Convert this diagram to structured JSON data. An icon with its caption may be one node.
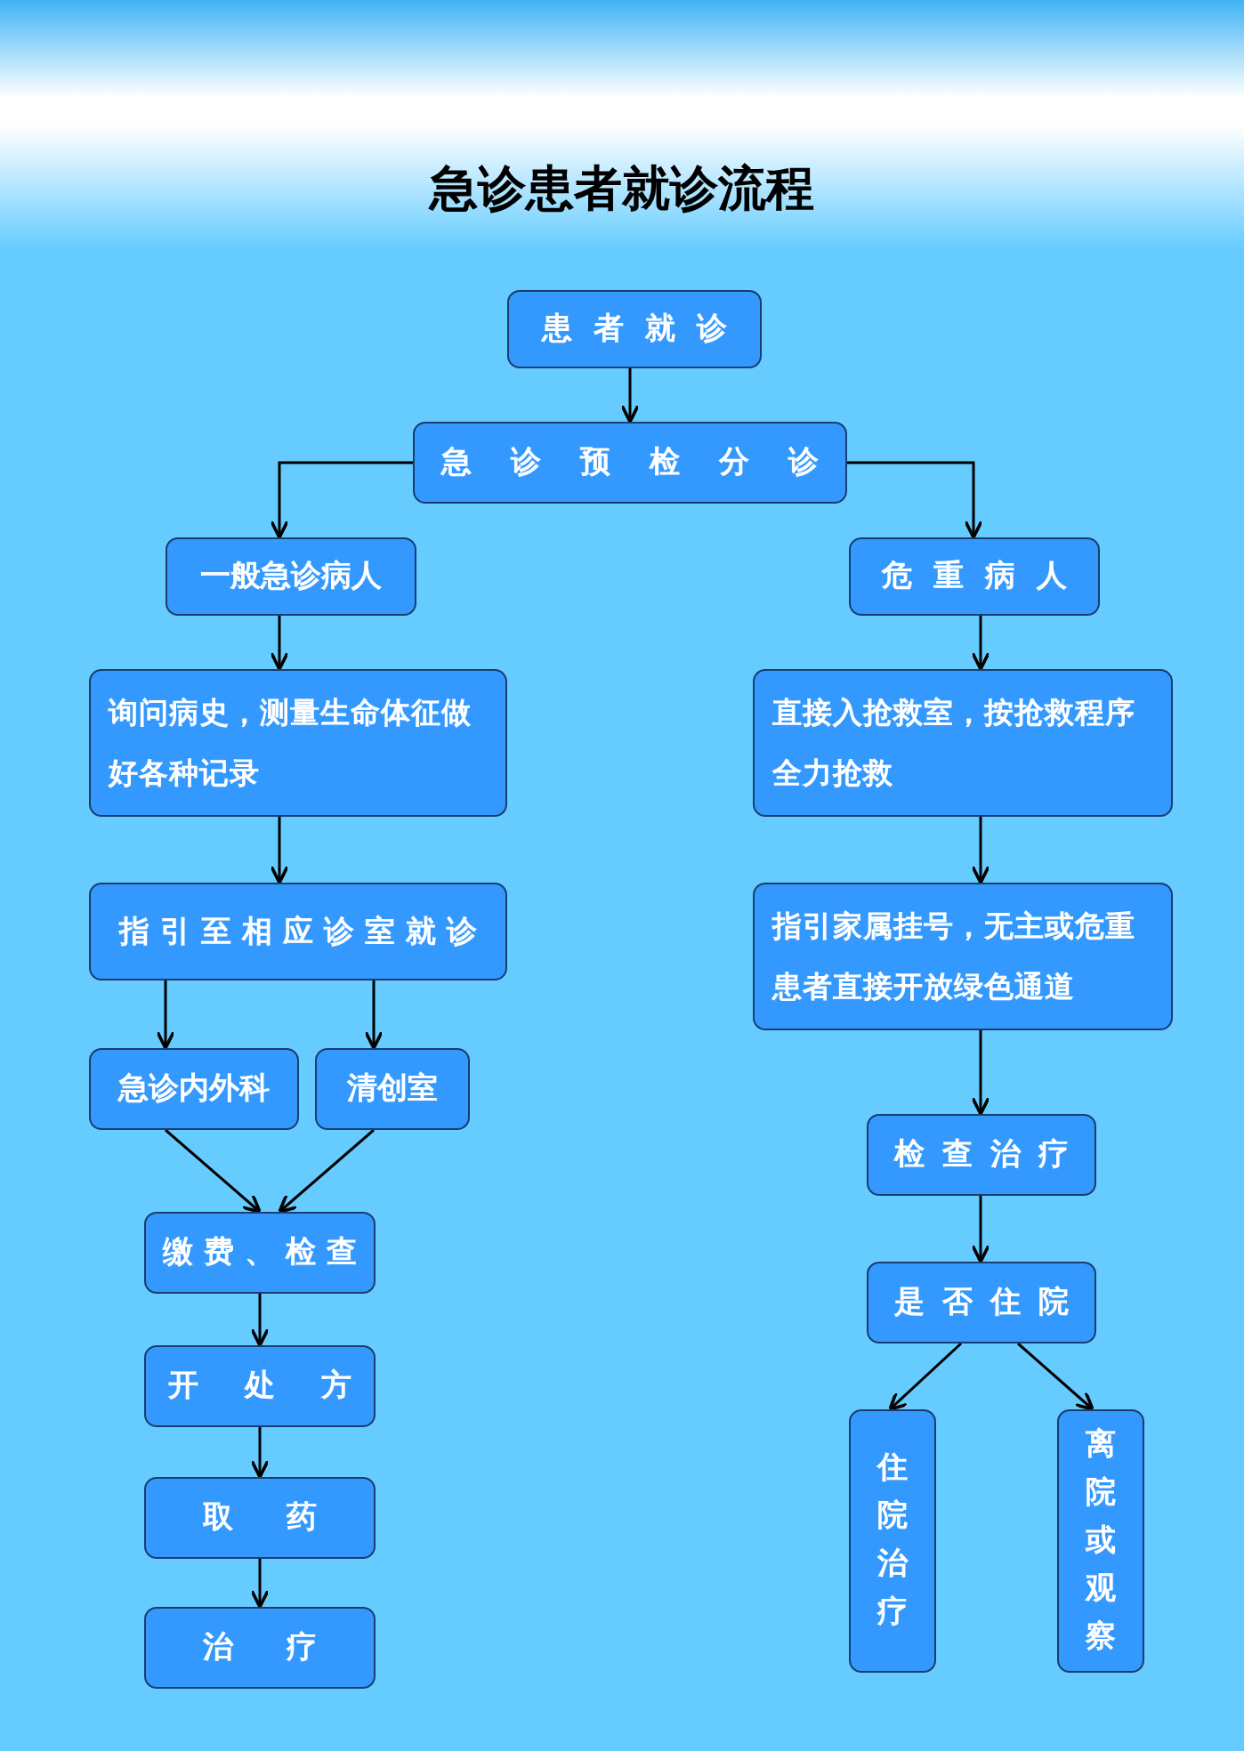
{
  "diagram": {
    "title": "急诊患者就诊流程",
    "nodes": [
      {
        "text": [
          "患者就诊"
        ]
      },
      {
        "text": [
          "急诊预检分诊"
        ]
      },
      {
        "text": [
          "一般急诊病人"
        ]
      },
      {
        "text": [
          "危重病人"
        ]
      },
      {
        "text": [
          "询问病史，测量生命体征做好各种记录"
        ]
      },
      {
        "text": [
          "直接入抢救室，按抢救程序全力抢救"
        ]
      },
      {
        "text": [
          "指引至相应诊室就诊"
        ]
      },
      {
        "text": [
          "指引家属挂号，无主或危重患者直接开放绿色通道"
        ]
      },
      {
        "text": [
          "急诊内外科"
        ]
      },
      {
        "text": [
          "清创室"
        ]
      },
      {
        "text": [
          "检查治疗"
        ]
      },
      {
        "text": [
          "缴费、检查"
        ]
      },
      {
        "text": [
          "是否住院"
        ]
      },
      {
        "text": [
          "开处方"
        ]
      },
      {
        "text": [
          "住院治疗"
        ]
      },
      {
        "text": [
          "离院或观察"
        ]
      },
      {
        "text": [
          "取药"
        ]
      },
      {
        "text": [
          "治疗"
        ]
      }
    ],
    "edges": [
      {
        "from": 0,
        "to": 1,
        "arrow": "to"
      },
      {
        "from": 1,
        "to": 2,
        "arrow": "to"
      },
      {
        "from": 1,
        "to": 3,
        "arrow": "to"
      },
      {
        "from": 2,
        "to": 4,
        "arrow": "to"
      },
      {
        "from": 3,
        "to": 5,
        "arrow": "to"
      },
      {
        "from": 4,
        "to": 6,
        "arrow": "to"
      },
      {
        "from": 5,
        "to": 7,
        "arrow": "to"
      },
      {
        "from": 6,
        "to": 8,
        "arrow": "to"
      },
      {
        "from": 6,
        "to": 9,
        "arrow": "to"
      },
      {
        "from": 7,
        "to": 10,
        "arrow": "to"
      },
      {
        "from": 8,
        "to": 11,
        "arrow": "to"
      },
      {
        "from": 9,
        "to": 11,
        "arrow": "to"
      },
      {
        "from": 10,
        "to": 12,
        "arrow": "to"
      },
      {
        "from": 11,
        "to": 13,
        "arrow": "to"
      },
      {
        "from": 12,
        "to": 14,
        "arrow": "to"
      },
      {
        "from": 12,
        "to": 15,
        "arrow": "to"
      },
      {
        "from": 13,
        "to": 16,
        "arrow": "to"
      },
      {
        "from": 16,
        "to": 17,
        "arrow": "to"
      }
    ]
  }
}
